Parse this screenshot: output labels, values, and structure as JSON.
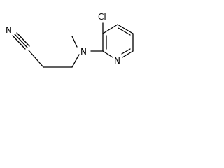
{
  "molecule": {
    "atoms": {
      "chlorine": "Cl",
      "amine_nitrogen": "N",
      "ring_nitrogen": "N",
      "nitrile_nitrogen": "N"
    },
    "colors": {
      "bond": "#000000",
      "label": "#000000",
      "background": "#ffffff"
    }
  }
}
